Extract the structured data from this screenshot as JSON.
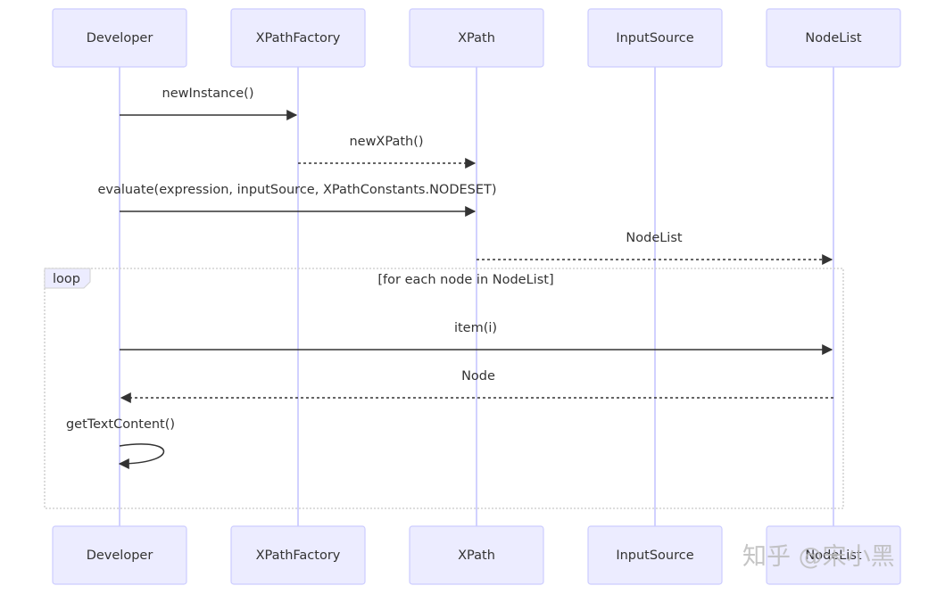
{
  "participants": [
    {
      "id": "developer",
      "label": "Developer"
    },
    {
      "id": "xpathfactory",
      "label": "XPathFactory"
    },
    {
      "id": "xpath",
      "label": "XPath"
    },
    {
      "id": "inputsource",
      "label": "InputSource"
    },
    {
      "id": "nodelist",
      "label": "NodeList"
    }
  ],
  "messages": [
    {
      "from": "developer",
      "to": "xpathfactory",
      "label": "newInstance()",
      "style": "solid"
    },
    {
      "from": "xpathfactory",
      "to": "xpath",
      "label": "newXPath()",
      "style": "dashed"
    },
    {
      "from": "developer",
      "to": "xpath",
      "label": "evaluate(expression, inputSource, XPathConstants.NODESET)",
      "style": "solid"
    },
    {
      "from": "xpath",
      "to": "nodelist",
      "label": "NodeList",
      "style": "dashed"
    },
    {
      "from": "developer",
      "to": "nodelist",
      "label": "item(i)",
      "style": "solid"
    },
    {
      "from": "nodelist",
      "to": "developer",
      "label": "Node",
      "style": "dashed"
    },
    {
      "from": "developer",
      "to": "developer",
      "label": "getTextContent()",
      "style": "solid"
    }
  ],
  "loop": {
    "label": "loop",
    "condition": "[for each node in NodeList]"
  },
  "watermark": {
    "text": "知乎 @宋小黑"
  },
  "colors": {
    "actor_fill": "#ECECFF",
    "actor_stroke": "#CCCCFF",
    "line": "#333333",
    "loop_border": "#D2D2D2"
  }
}
